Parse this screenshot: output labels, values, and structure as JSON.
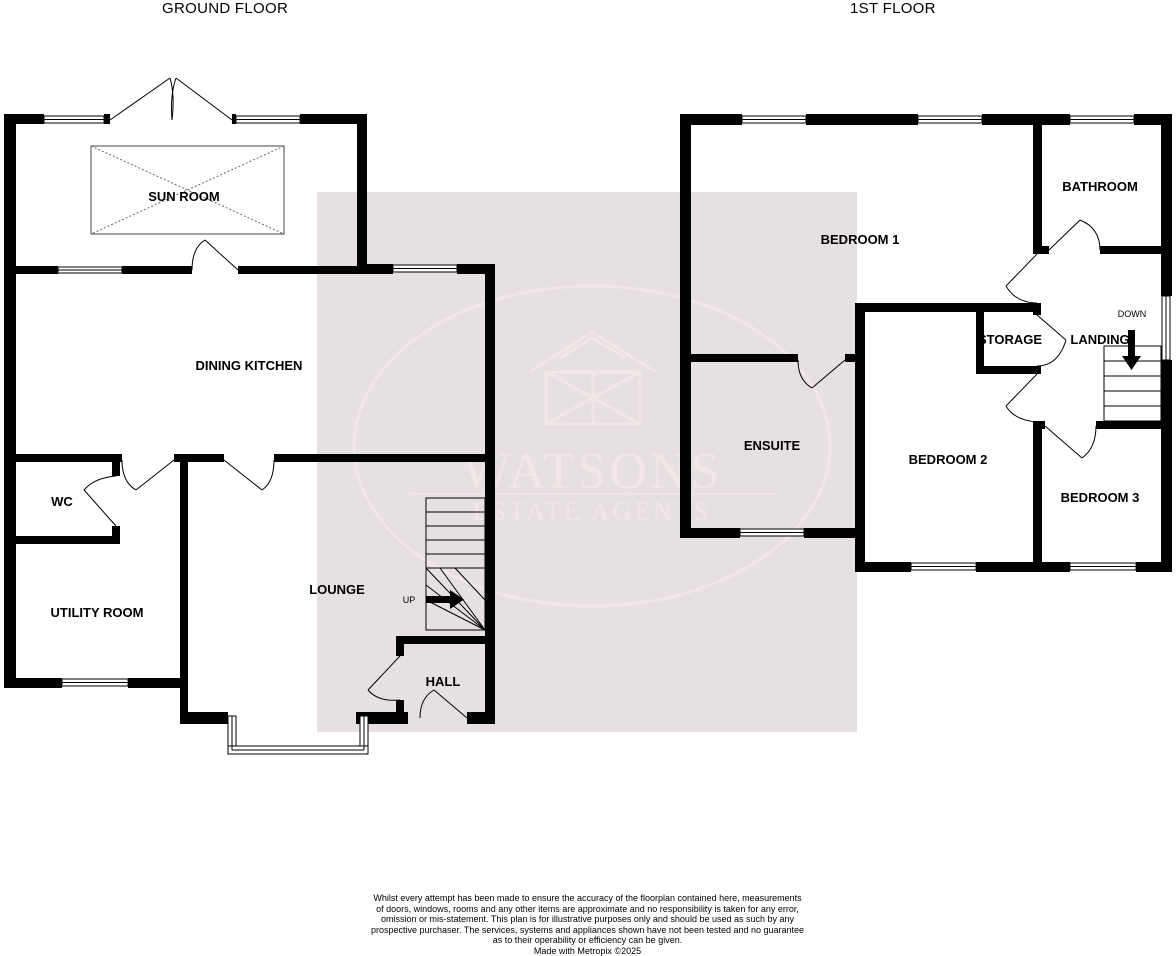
{
  "floors": {
    "ground": {
      "title": "GROUND FLOOR",
      "rooms": {
        "sun_room": "SUN ROOM",
        "dining_kitchen": "DINING KITCHEN",
        "wc": "WC",
        "utility_room": "UTILITY ROOM",
        "lounge": "LOUNGE",
        "hall": "HALL"
      },
      "stairs_label": "UP"
    },
    "first": {
      "title": "1ST FLOOR",
      "rooms": {
        "bedroom1": "BEDROOM 1",
        "bathroom": "BATHROOM",
        "storage": "STORAGE",
        "landing": "LANDING",
        "ensuite": "ENSUITE",
        "bedroom2": "BEDROOM 2",
        "bedroom3": "BEDROOM 3"
      },
      "stairs_label": "DOWN"
    }
  },
  "watermark": {
    "line1": "WATSONS",
    "line2": "ESTATE AGENTS",
    "background_color": "#e6e0e3",
    "text_color": "#f3e6e6"
  },
  "disclaimer": {
    "lines": [
      "Whilst every attempt has been made to ensure the accuracy of the floorplan contained here, measurements",
      "of doors, windows, rooms and any other items are approximate and no responsibility is taken for any error,",
      "omission or mis-statement. This plan is for illustrative purposes only and should be used as such by any",
      "prospective purchaser. The services, systems and appliances shown have not been tested and no guarantee",
      "as to their operability or efficiency can be given."
    ],
    "credit": "Made with Metropix ©2025"
  },
  "colors": {
    "wall": "#000000",
    "background": "#ffffff"
  }
}
